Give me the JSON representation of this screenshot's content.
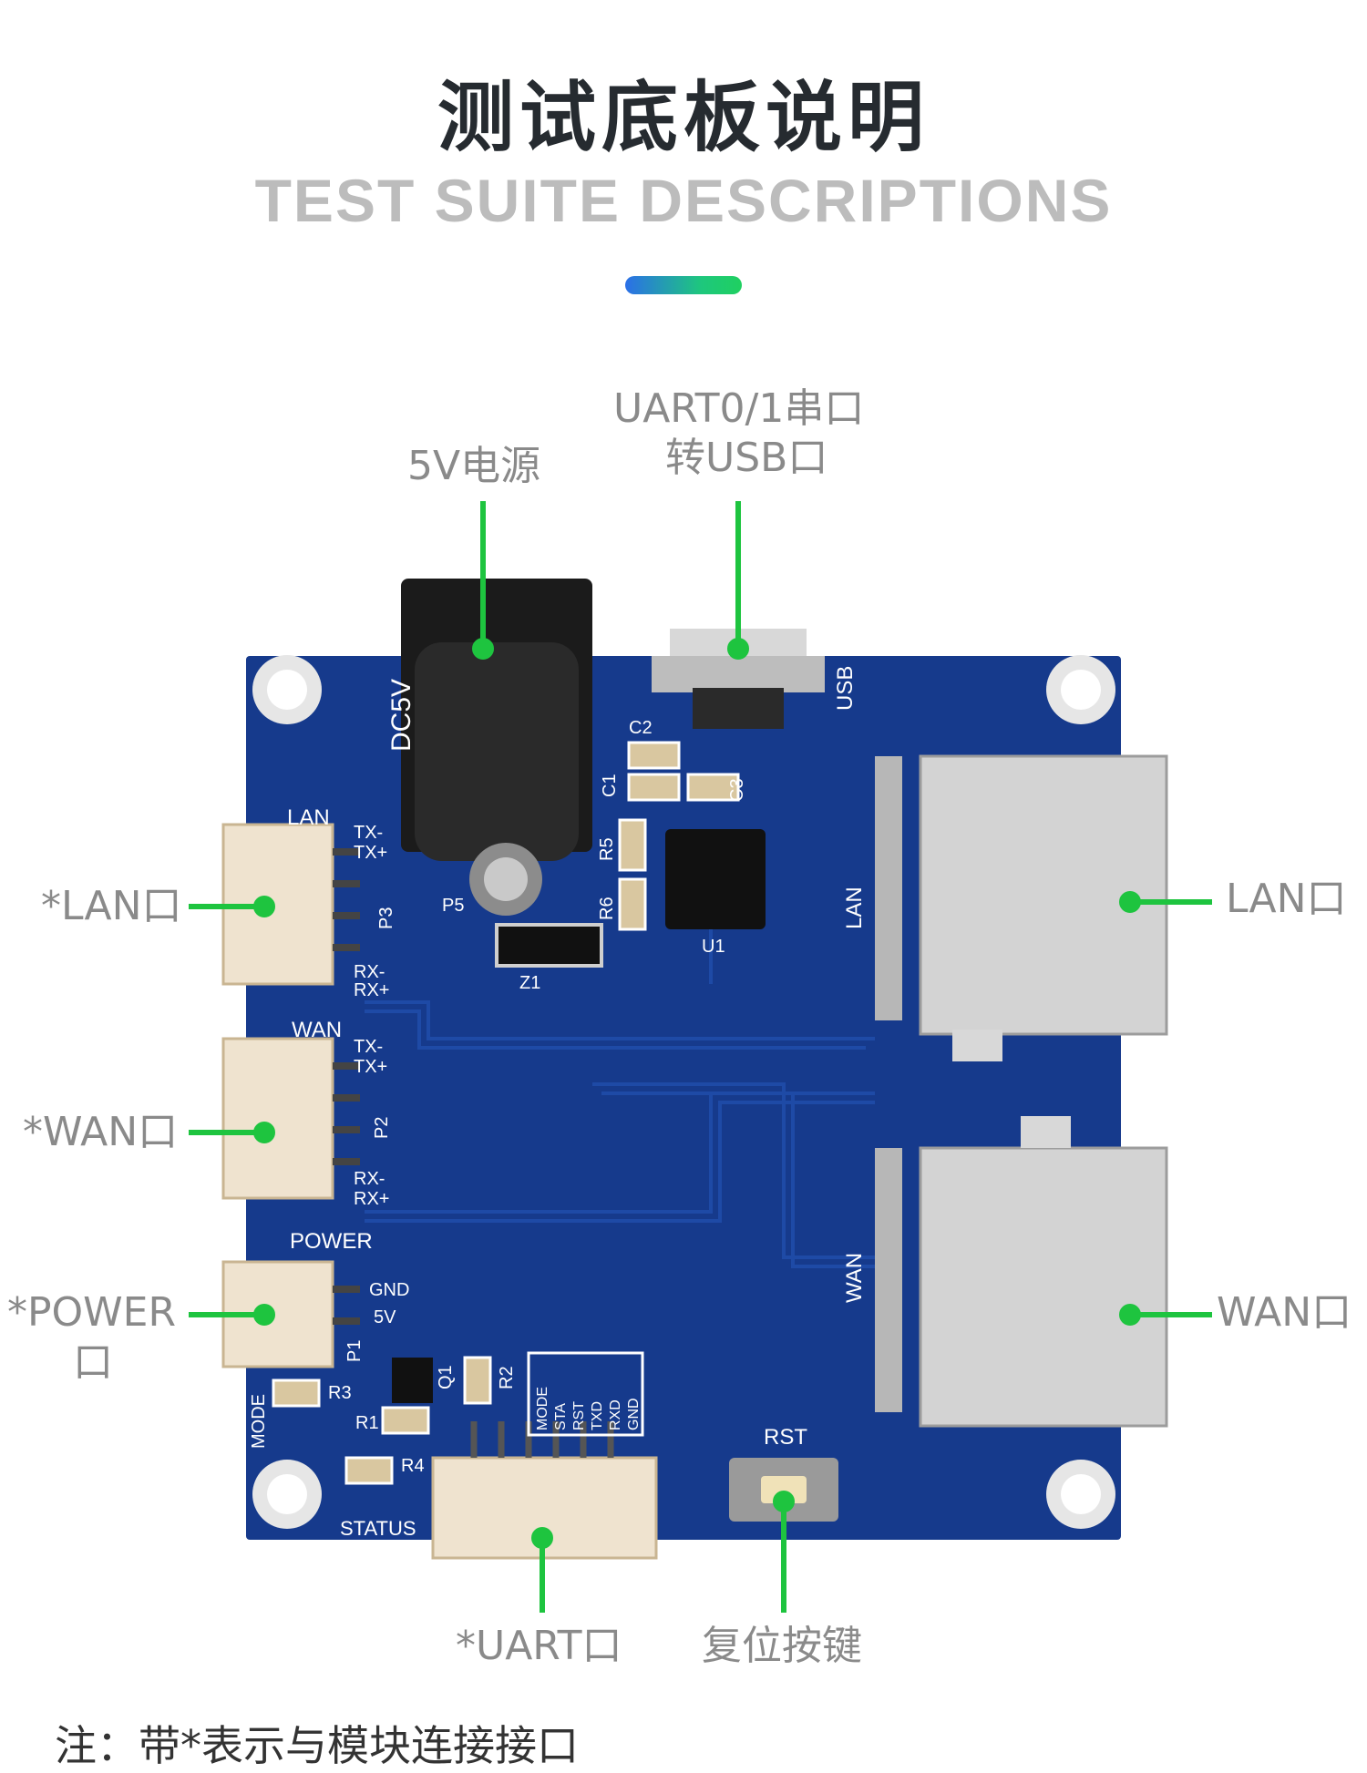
{
  "title": "测试底板说明",
  "subtitle": "TEST SUITE DESCRIPTIONS",
  "colors": {
    "accent_green": "#1ec43f",
    "pcb_blue": "#163a8c",
    "label_gray": "#8a8a8a"
  },
  "callouts": {
    "power_5v": "5V电源",
    "uart_usb_line1": "UART0/1串口",
    "uart_usb_line2": "转USB口",
    "lan_left": "*LAN口",
    "wan_left": "*WAN口",
    "power_left_line1": "*POWER",
    "power_left_line2": "口",
    "lan_right": "LAN口",
    "wan_right": "WAN口",
    "uart_bottom": "*UART口",
    "reset_button": "复位按键"
  },
  "silkscreen": {
    "dc5v": "DC5V",
    "usb": "USB",
    "lan_header": "LAN",
    "wan_header": "WAN",
    "power_header": "POWER",
    "tx_minus": "TX-",
    "tx_plus": "TX+",
    "rx_minus": "RX-",
    "rx_plus": "RX+",
    "gnd": "GND",
    "v5": "5V",
    "p1": "P1",
    "p2": "P2",
    "p3": "P3",
    "p5": "P5",
    "z1": "Z1",
    "u1": "U1",
    "c1": "C1",
    "c2": "C2",
    "c3": "C3",
    "r1": "R1",
    "r2": "R2",
    "r3": "R3",
    "r4": "R4",
    "r5": "R5",
    "r6": "R6",
    "q1": "Q1",
    "rst": "RST",
    "mode": "MODE",
    "status": "STATUS",
    "lan_jack": "LAN",
    "wan_jack": "WAN",
    "pins": [
      "MODE",
      "STA",
      "RST",
      "TXD",
      "RXD",
      "GND"
    ]
  },
  "note": "注：带*表示与模块连接接口"
}
